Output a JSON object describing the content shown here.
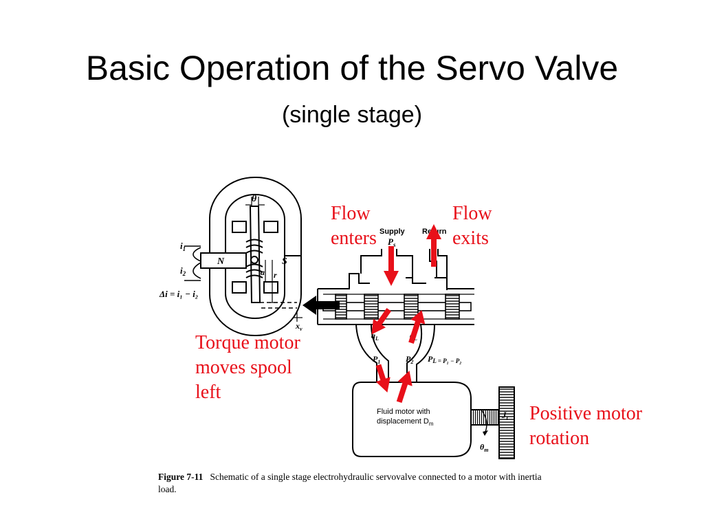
{
  "slide": {
    "title": "Basic Operation of the Servo Valve",
    "subtitle": "(single stage)"
  },
  "annotations": {
    "flow_enters": [
      "Flow",
      "enters"
    ],
    "flow_exits": [
      "Flow",
      "exits"
    ],
    "torque_motor": [
      "Torque motor",
      "moves spool",
      "left"
    ],
    "positive_rotation": [
      "Positive motor",
      "rotation"
    ]
  },
  "figure_labels": {
    "theta": "θ",
    "i1": "i",
    "i1_sub": "1",
    "i2": "i",
    "i2_sub": "2",
    "N": "N",
    "S": "S",
    "a": "a",
    "r": "r",
    "delta_i": "Δi = i₁ − i₂",
    "xv": "x",
    "xv_sub": "v",
    "supply": "Supply",
    "ps": "P",
    "ps_sub": "s",
    "return": "Return",
    "qL1": "q",
    "qL1_sub": "L",
    "qL2": "q",
    "qL2_sub": "L",
    "p1": "P",
    "p1_sub": "1",
    "p2": "P",
    "p2_sub": "2",
    "pl_eq": "P",
    "pl_eq_rest": "L = P₁ − P₂",
    "motor_line1": "Fluid motor with",
    "motor_line2": "displacement D",
    "motor_sub": "m",
    "jt": "J",
    "jt_sub": "t",
    "theta_m": "θ",
    "theta_m_sub": "m"
  },
  "caption": {
    "figure_no": "Figure 7-11",
    "text": "Schematic of a single stage electrohydraulic servovalve connected to a motor with inertia load."
  },
  "colors": {
    "annotation": "#e8101a",
    "arrow": "#e8101a",
    "spool_arrow": "#000000"
  }
}
